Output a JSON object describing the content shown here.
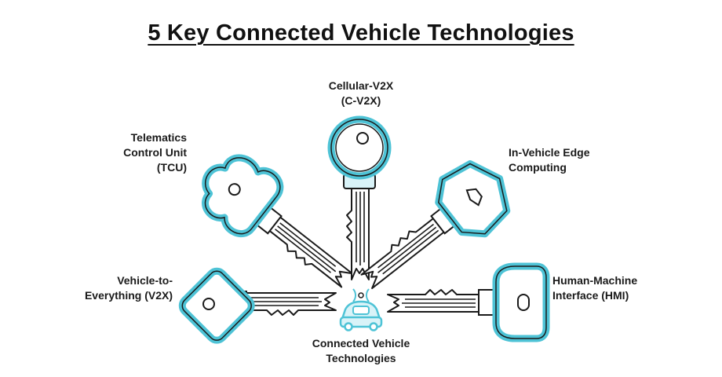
{
  "title": "5 Key Connected Vehicle Technologies",
  "labels": {
    "cv2x": [
      "Cellular-V2X",
      "(C-V2X)"
    ],
    "tcu": [
      "Telematics",
      "Control Unit",
      "(TCU)"
    ],
    "edge": [
      "In-Vehicle Edge",
      "Computing"
    ],
    "v2x": [
      "Vehicle-to-",
      "Everything (V2X)"
    ],
    "hmi": [
      "Human-Machine",
      "Interface (HMI)"
    ],
    "center": [
      "Connected Vehicle",
      "Technologies"
    ]
  },
  "colors": {
    "key_outline": "#1a1a1a",
    "accent": "#4ec3d6",
    "accent_fill": "#d9f3f8"
  }
}
